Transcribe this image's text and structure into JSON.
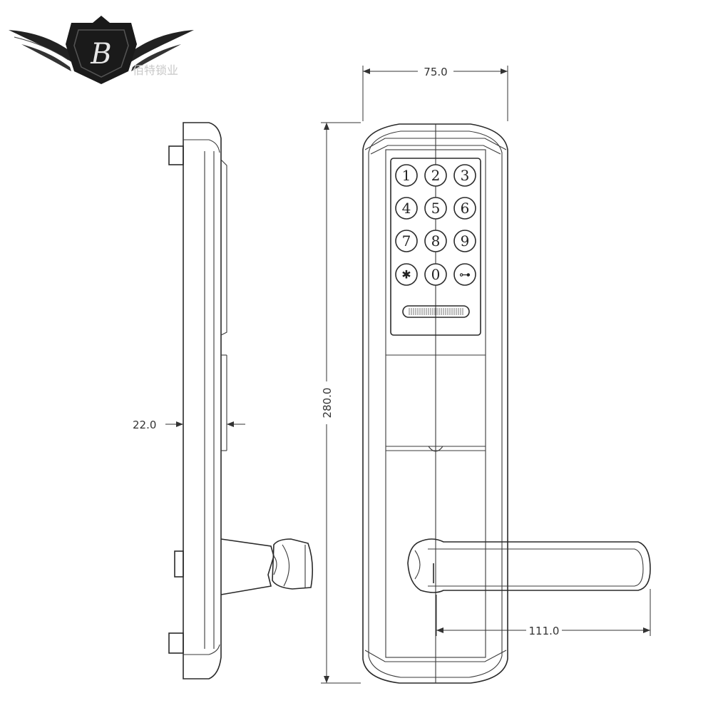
{
  "logo": {
    "letter": "B",
    "cn_text": "佰特锁业",
    "colors": {
      "shield": "#1a1a1a",
      "letter": "#e6e6e6",
      "wings": "#222222"
    }
  },
  "dimensions": {
    "width": "75.0",
    "height": "280.0",
    "thickness": "22.0",
    "handle_length": "111.0"
  },
  "keypad": {
    "keys": [
      "1",
      "2",
      "3",
      "4",
      "5",
      "6",
      "7",
      "8",
      "9",
      "✱",
      "0",
      "⊶"
    ]
  }
}
